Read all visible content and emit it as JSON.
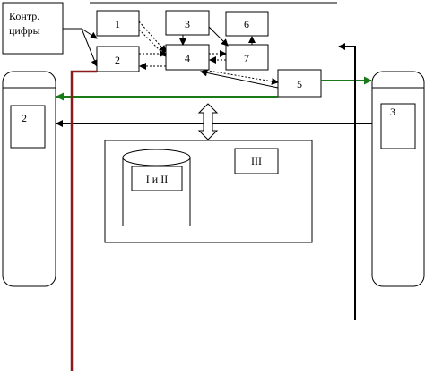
{
  "diagram": {
    "control_label_line1": "Контр.",
    "control_label_line2": "цифры",
    "blocks": {
      "b1": "1",
      "b2": "2",
      "b3": "3",
      "b4": "4",
      "b5": "5",
      "b6": "6",
      "b7": "7"
    },
    "left_column_label": "2",
    "right_column_label": "3",
    "cylinder_label": "I  и II",
    "database_label": "III"
  },
  "colors": {
    "line": "#000000",
    "green": "#1a7a1a",
    "red": "#8b1a1a"
  }
}
